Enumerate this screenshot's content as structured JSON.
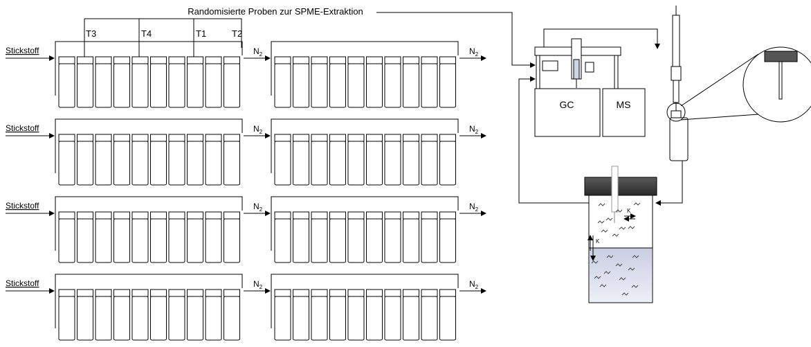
{
  "title": "Randomisierte Proben zur SPME-Extraktion",
  "rows": [
    {
      "inlet": "Stickstoff",
      "outlet1": "N",
      "outlet2": "N"
    },
    {
      "inlet": "Stickstoff",
      "outlet1": "N",
      "outlet2": "N"
    },
    {
      "inlet": "Stickstoff",
      "outlet1": "N",
      "outlet2": "N"
    },
    {
      "inlet": "Stickstoff",
      "outlet1": "N",
      "outlet2": "N"
    }
  ],
  "subscript": "2",
  "time_labels": [
    "T3",
    "T4",
    "T1",
    "T2"
  ],
  "instrument": {
    "gc": "GC",
    "ms": "MS"
  },
  "equilibrium": {
    "k_gas": "K",
    "k_liquid": "K"
  },
  "colors": {
    "line": "#000000",
    "liquid": "#d7dbea",
    "cap": "#3c3c3c"
  }
}
